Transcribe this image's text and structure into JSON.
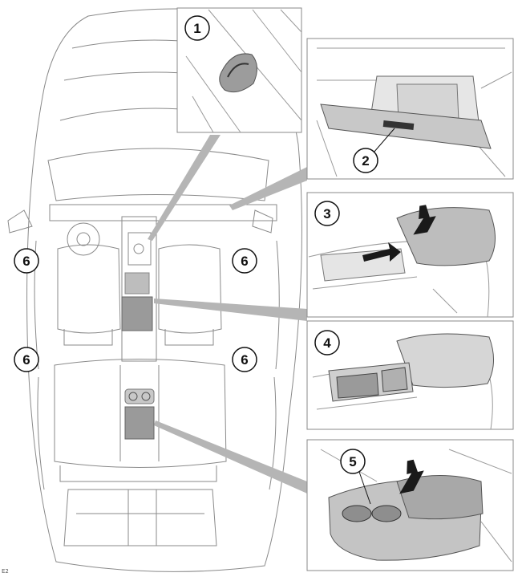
{
  "callouts": {
    "one": "1",
    "two": "2",
    "three": "3",
    "four": "4",
    "five": "5",
    "six_front_left": "6",
    "six_front_right": "6",
    "six_rear_left": "6",
    "six_rear_right": "6"
  },
  "figure_code": "E2",
  "colors": {
    "line": "#8a8a8a",
    "highlight": "#9a9a9a",
    "arrow": "#1a1a1a",
    "leader": "#b5b5b5"
  },
  "icons": [
    "arrow-up-icon",
    "arrow-right-icon"
  ]
}
